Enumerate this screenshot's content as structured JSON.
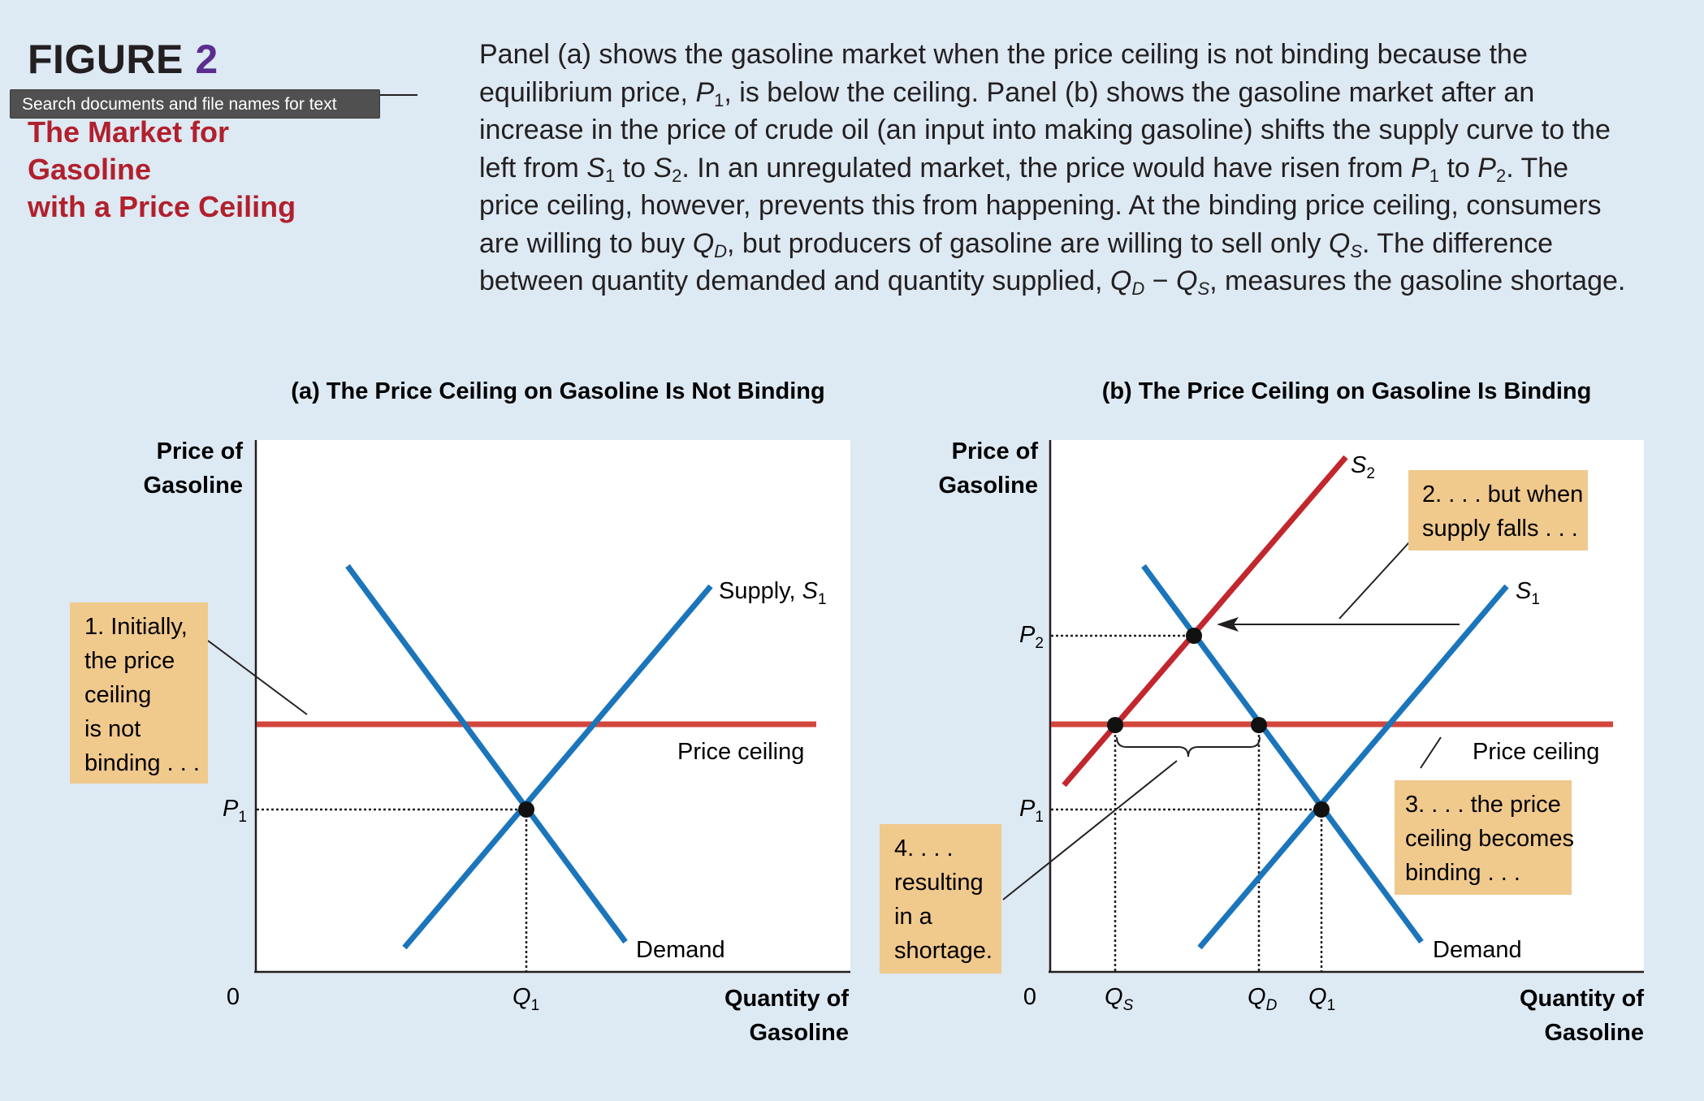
{
  "tooltip": "Search documents and file names for text",
  "figure": {
    "label_word": "FIGURE",
    "label_number": "2",
    "title_line1": "The Market for Gasoline",
    "title_line2": "with a Price Ceiling",
    "caption_html": "Panel (a) shows the gasoline market when the price ceiling is not binding because the equilibrium price, <i>P</i><sub>1</sub>, is below the ceiling. Panel (b) shows the gasoline market after an increase in the price of crude oil (an input into making gasoline) shifts the supply curve to the left from <i>S</i><sub>1</sub> to <i>S</i><sub>2</sub>. In an unregulated market, the price would have risen from <i>P</i><sub>1</sub> to <i>P</i><sub>2</sub>. The price ceiling, however, prevents this from happening. At the binding price ceiling, consumers are willing to buy <i>Q</i><sub><i>D</i></sub>, but producers of gasoline are willing to sell only <i>Q</i><sub><i>S</i></sub>. The difference between quantity demanded and quantity supplied, <i>Q</i><sub><i>D</i></sub> − <i>Q</i><sub><i>S</i></sub>, measures the gasoline shortage."
  },
  "colors": {
    "background": "#dde9f3",
    "plot_bg": "#ffffff",
    "curve_blue": "#1b75bb",
    "ceiling_red": "#d2463c",
    "supply2_red": "#c1272d",
    "callout_fill": "#f0c98d",
    "title_red": "#b1202d",
    "figure_number_purple": "#5b2d8e"
  },
  "panel_a": {
    "title": "(a) The Price Ceiling on Gasoline Is Not Binding",
    "ylabel_line1": "Price of",
    "ylabel_line2": "Gasoline",
    "xlabel_line1": "Quantity of",
    "xlabel_line2": "Gasoline",
    "origin": "0",
    "supply_label": "Supply, ",
    "supply_sym": "S",
    "supply_sub": "1",
    "demand_label": "Demand",
    "ceiling_label": "Price ceiling",
    "p1_sym": "P",
    "p1_sub": "1",
    "q1_sym": "Q",
    "q1_sub": "1",
    "callout_lines": [
      "1. Initially,",
      "the price",
      "ceiling",
      "is not",
      "binding . . ."
    ]
  },
  "panel_b": {
    "title": "(b) The Price Ceiling on Gasoline Is Binding",
    "ylabel_line1": "Price of",
    "ylabel_line2": "Gasoline",
    "xlabel_line1": "Quantity of",
    "xlabel_line2": "Gasoline",
    "origin": "0",
    "s2_sym": "S",
    "s2_sub": "2",
    "s1_sym": "S",
    "s1_sub": "1",
    "demand_label": "Demand",
    "ceiling_label": "Price ceiling",
    "p2_sym": "P",
    "p2_sub": "2",
    "p1_sym": "P",
    "p1_sub": "1",
    "qs_sym": "Q",
    "qs_sub": "S",
    "qd_sym": "Q",
    "qd_sub": "D",
    "q1_sym": "Q",
    "q1_sub": "1",
    "callout2_lines": [
      "2. . . . but when",
      "supply falls . . ."
    ],
    "callout3_lines": [
      "3. . . . the price",
      "ceiling becomes",
      "binding . . ."
    ],
    "callout4_lines": [
      "4. . . .",
      "resulting",
      "in a",
      "shortage."
    ]
  }
}
